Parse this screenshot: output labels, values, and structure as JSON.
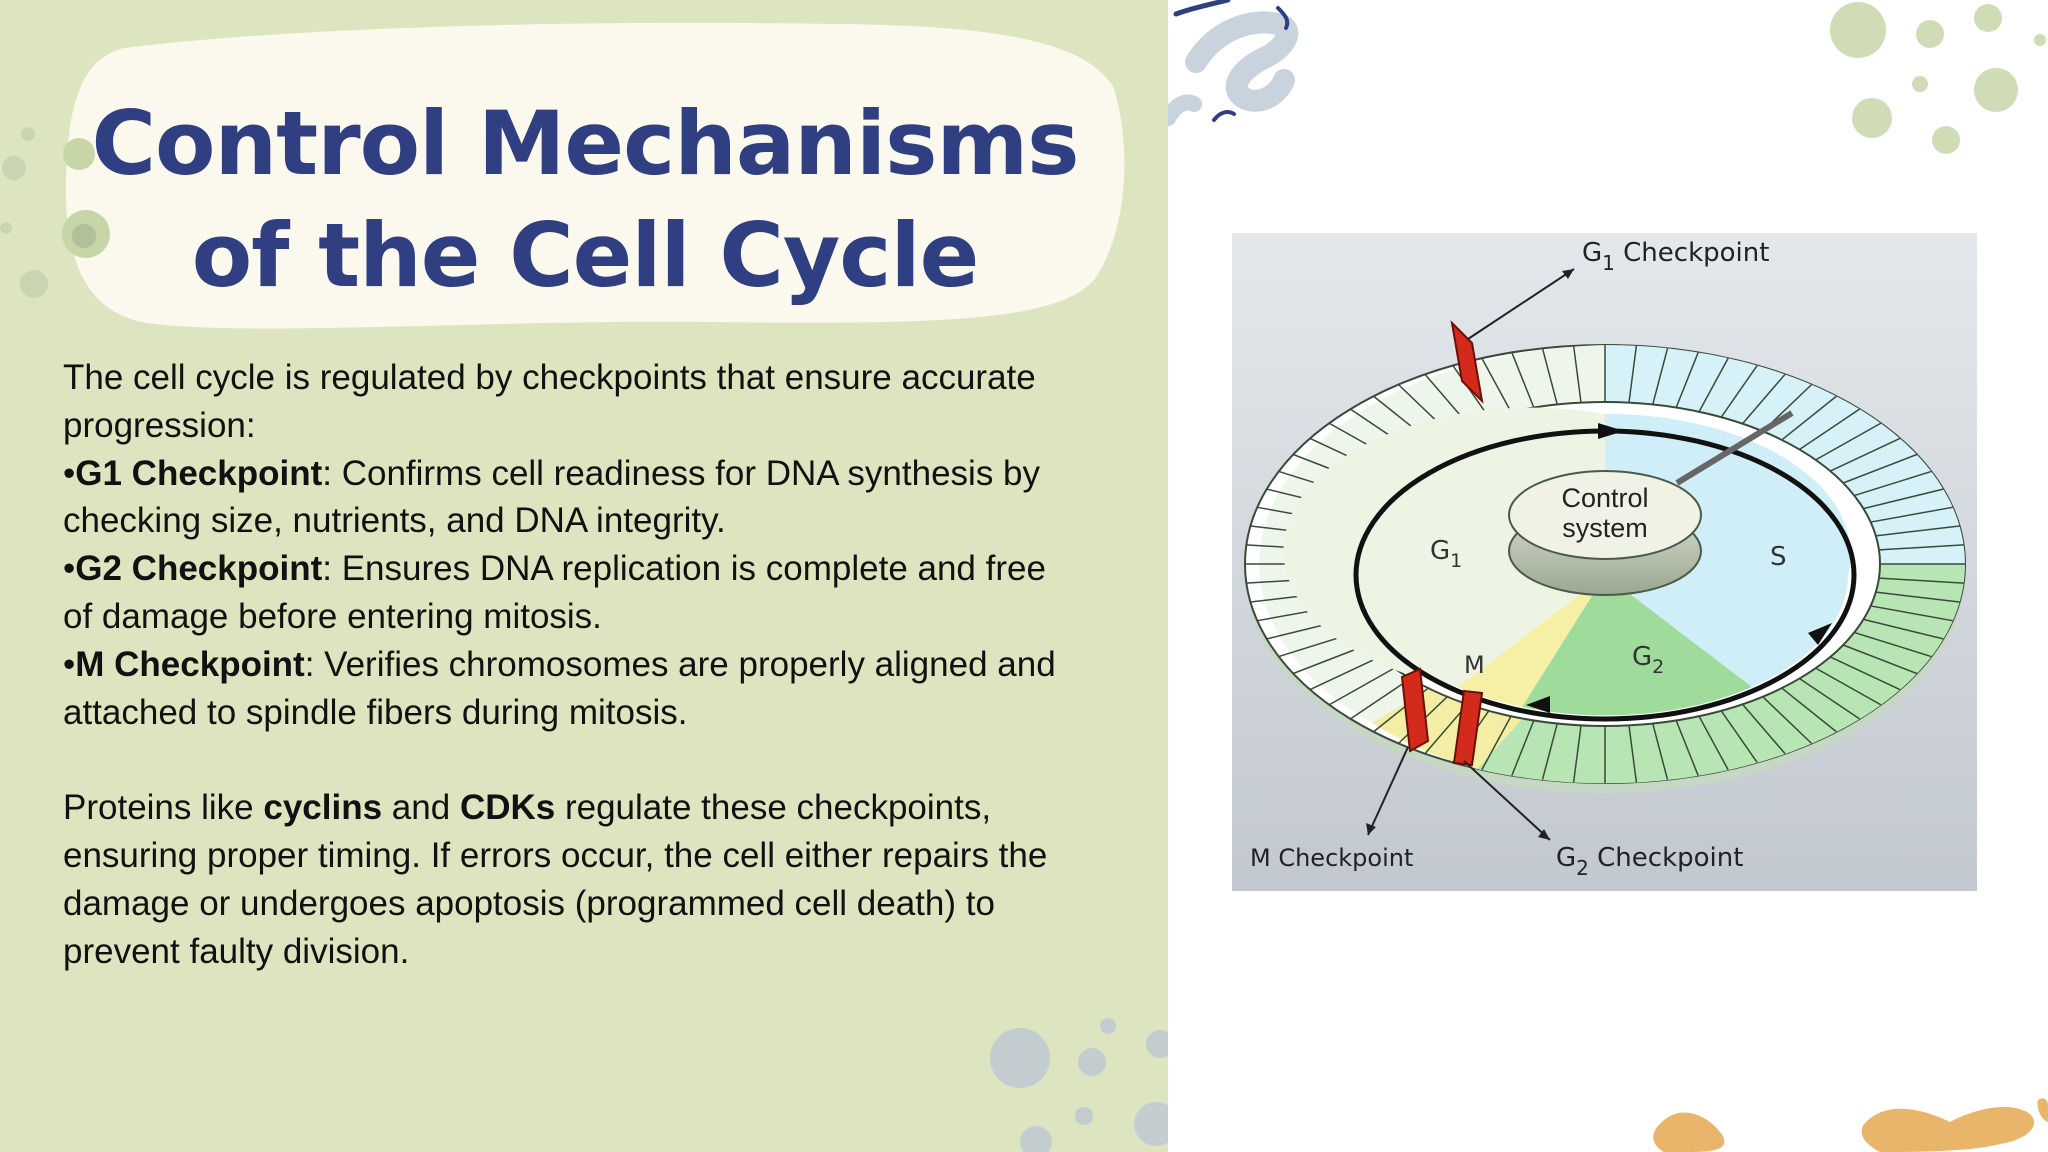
{
  "slide": {
    "title": "Control Mechanisms of the Cell Cycle",
    "intro": "The cell cycle is regulated by checkpoints that ensure accurate progression:",
    "bullets": [
      {
        "marker": "•",
        "term": "G1 Checkpoint",
        "text": ": Confirms cell readiness for DNA synthesis by checking size, nutrients, and DNA integrity."
      },
      {
        "marker": "•",
        "term": "G2 Checkpoint",
        "text": ": Ensures DNA replication is complete and free of damage before entering mitosis."
      },
      {
        "marker": "•",
        "term": "M Checkpoint",
        "text": ": Verifies chromosomes are properly aligned and attached to spindle fibers during mitosis."
      }
    ],
    "closing": {
      "part1": "Proteins like ",
      "term1": "cyclins",
      "part2": " and ",
      "term2": "CDKs",
      "part3": " regulate these checkpoints, ensuring proper timing. If errors occur, the cell either repairs the damage or undergoes apoptosis (programmed cell death) to prevent faulty division."
    }
  },
  "diagram": {
    "g1_checkpoint": {
      "prefix": "G",
      "sub": "1",
      "suffix": " Checkpoint"
    },
    "g2_checkpoint": {
      "prefix": "G",
      "sub": "2",
      "suffix": " Checkpoint"
    },
    "m_checkpoint": "M Checkpoint",
    "control_line1": "Control",
    "control_line2": "system",
    "phase_g1": {
      "prefix": "G",
      "sub": "1"
    },
    "phase_g2": {
      "prefix": "G",
      "sub": "2"
    },
    "phase_s": "S",
    "phase_m": "M"
  },
  "colors": {
    "left_panel": "#dce5bf",
    "title_blob": "#fbf8ee",
    "title_text": "#2f3f82",
    "checkpoint_red": "#d42a1c",
    "phase_g1_fill": "#eef4e4",
    "phase_s_fill": "#cfeef7",
    "phase_g2_fill": "#9fdc9c",
    "phase_m_fill": "#f6f0a6",
    "accent_orange": "#e8b56a"
  }
}
